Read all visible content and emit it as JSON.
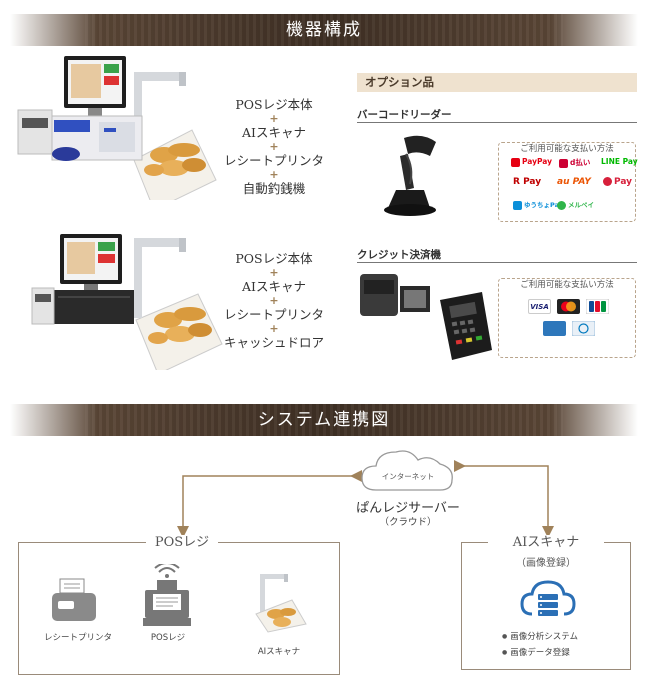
{
  "sections": {
    "equipment_title": "機器構成",
    "system_title": "システム連携図"
  },
  "bundle1": {
    "items": [
      "POSレジ本体",
      "AIスキャナ",
      "レシートプリンタ",
      "自動釣銭機"
    ],
    "plus": "+"
  },
  "bundle2": {
    "items": [
      "POSレジ本体",
      "AIスキャナ",
      "レシートプリンタ",
      "キャッシュドロア"
    ],
    "plus": "+"
  },
  "options": {
    "header": "オプション品",
    "barcode_title": "バーコードリーダー",
    "credit_title": "クレジット決済機",
    "payments_title": "ご利用可能な支払い方法",
    "qr_payments": [
      {
        "name": "PayPay",
        "color": "#e60012"
      },
      {
        "name": "d払い",
        "color": "#cc0033"
      },
      {
        "name": "LINE Pay",
        "color": "#00b900"
      },
      {
        "name": "R Pay",
        "color": "#bf0000"
      },
      {
        "name": "au PAY",
        "color": "#eb5505"
      },
      {
        "name": "Pay",
        "color": "#d7203b"
      },
      {
        "name": "ゆうちょPay",
        "color": "#0b8fd9"
      },
      {
        "name": "メルペイ",
        "color": "#2fb54a"
      }
    ],
    "cards": [
      {
        "name": "VISA",
        "color": "#1a1f71"
      },
      {
        "name": "MC",
        "color": "#222222"
      },
      {
        "name": "JCB",
        "color": "#0e4c96"
      },
      {
        "name": "AMEX",
        "color": "#2e77bb"
      },
      {
        "name": "Diners",
        "color": "#9ec1dd"
      }
    ]
  },
  "system": {
    "cloud_label": "インターネット",
    "server_name": "ぱんレジサーバー",
    "server_sub": "（クラウド）",
    "pos_group_title": "POSレジ",
    "receipt_printer": "レシートプリンタ",
    "pos_register": "POSレジ",
    "ai_scanner": "AIスキャナ",
    "ai_group_title": "AIスキャナ",
    "ai_group_sub": "（画像登録）",
    "ai_features": [
      "画像分析システム",
      "画像データ登録"
    ]
  },
  "colors": {
    "accent": "#a0825a",
    "banner": "#4a392c",
    "cloud_icon": "#2b6fb5"
  }
}
